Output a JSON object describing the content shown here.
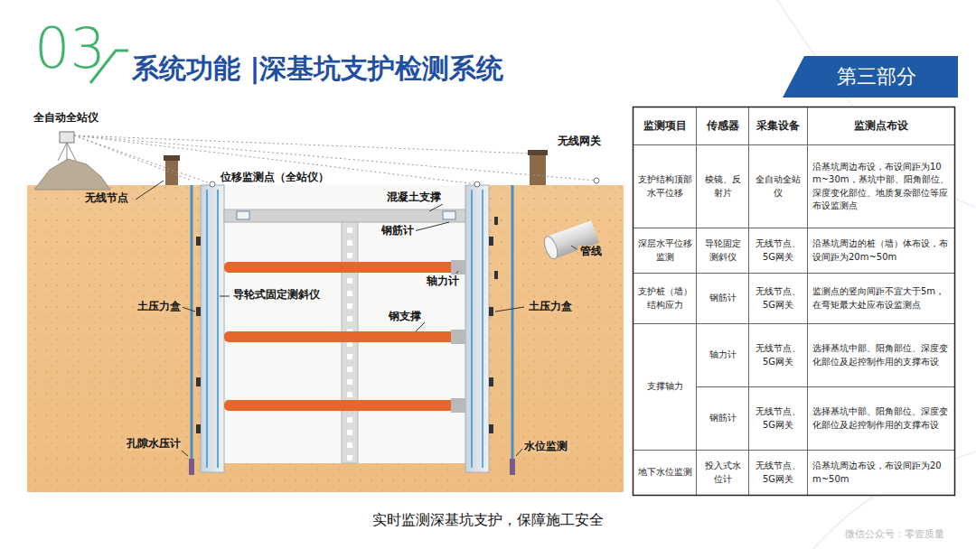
{
  "diagram": {
    "title": "系统功能 |深基坑支护检测系统",
    "caption": "实时监测深基坑支护，保障施工安全",
    "nodes": [
      {
        "text": [
          "第三部分"
        ]
      }
    ],
    "labels": [
      "03",
      "全自动全站仪",
      "无线网关",
      "无线节点",
      "位移监测点（全站仪）",
      "混凝土支撑",
      "钢筋计",
      "管线",
      "轴力计",
      "导轮式固定测斜仪",
      "土压力盒",
      "钢支撑",
      "土压力盒",
      "孔隙水压计",
      "水位监测",
      "监测项目",
      "传感器",
      "采集设备",
      "监测点布设",
      "支护结构顶部水平位移",
      "棱镜、反射片",
      "全自动全站仪",
      "沿基坑周边布设，布设间距为10m~30m，基坑中部、阳角部位、深度变化部位、地质复杂部位等应布设监测点",
      "深层水平位移监测",
      "导轮固定测斜仪",
      "无线节点、5G网关",
      "沿基坑周边的桩（墙）体布设，布设间距为20m~50m",
      "支护桩（墙）结构应力",
      "钢筋计",
      "无线节点、5G网关",
      "监测点的竖向间距不宜大于5m，在弯矩最大处应布设监测点",
      "支撑轴力",
      "轴力计",
      "无线节点、5G网关",
      "选择基坑中部、阳角部位、深度变化部位及起控制作用的支撑布设",
      "钢筋计",
      "无线节点、5G网关",
      "选择基坑中部、阳角部位、深度变化部位及起控制作用的支撑布设",
      "地下水位监测",
      "投入式水位计",
      "无线节点、5G网关",
      "沿基坑周边布设，布设间距为20m~50m",
      "微信公众号：零壹质量"
    ]
  }
}
